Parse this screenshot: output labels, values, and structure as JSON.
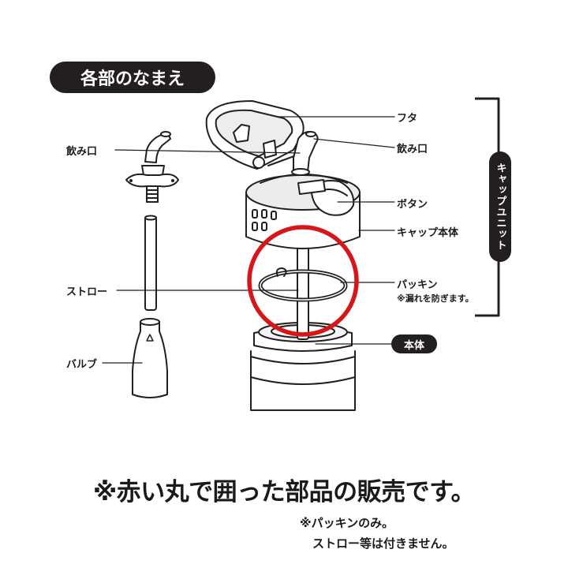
{
  "header": {
    "title": "各部のなまえ"
  },
  "parts": {
    "lid": "フタ",
    "spout_right": "飲み口",
    "spout_left": "飲み口",
    "button": "ボタン",
    "cap_body": "キャップ本体",
    "gasket": "パッキン",
    "gasket_note": "※漏れを防ぎます。",
    "straw": "ストロー",
    "valve": "バルブ",
    "body": "本体"
  },
  "group": {
    "cap_unit": "キャップユニット"
  },
  "footer": {
    "line1": "※赤い丸で囲った部品の販売です。",
    "line2": "※パッキンのみ。",
    "line3": "ストロー等は付きません。"
  },
  "colors": {
    "ink": "#231f20",
    "highlight": "#d7161b",
    "fill_gray": "#e9e9e9"
  }
}
